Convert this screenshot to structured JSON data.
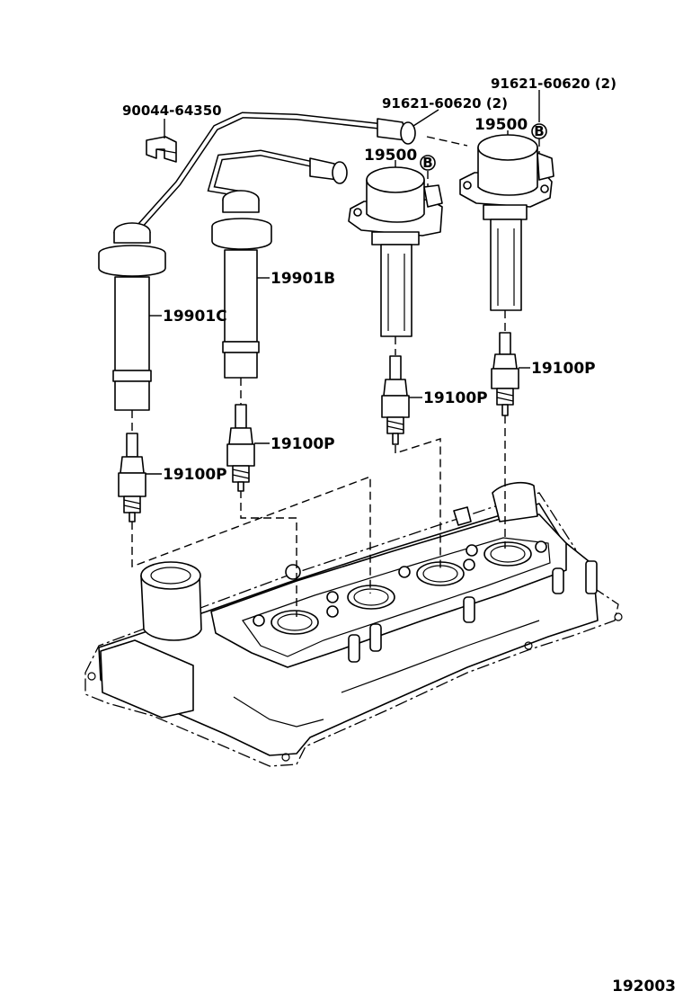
{
  "diagram": {
    "figure_number": "192003",
    "callouts": {
      "clip": "90044-64350",
      "bolt_center": "91621-60620 (2)",
      "bolt_right": "91621-60620 (2)",
      "coil_center": "19500",
      "coil_right": "19500",
      "ref_marker_center": "B",
      "ref_marker_right": "B",
      "cord_b": "19901B",
      "cord_c": "19901C",
      "plug_1": "19100P",
      "plug_2": "19100P",
      "plug_3": "19100P",
      "plug_4": "19100P"
    }
  }
}
